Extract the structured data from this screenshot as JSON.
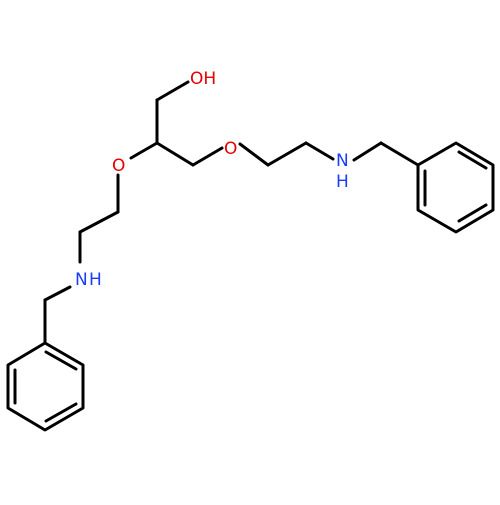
{
  "diagram": {
    "type": "skeletal-structure",
    "atom_labels": {
      "hydroxyl": "OH",
      "ether_oxygen_1": "O",
      "ether_oxygen_2": "O",
      "amine_1_n": "N",
      "amine_1_h": "H",
      "amine_2_n": "N",
      "amine_2_h": "H"
    },
    "colors": {
      "bond": "#000000",
      "oxygen": "#e60000",
      "nitrogen": "#1a3cff",
      "background": "#ffffff"
    }
  }
}
